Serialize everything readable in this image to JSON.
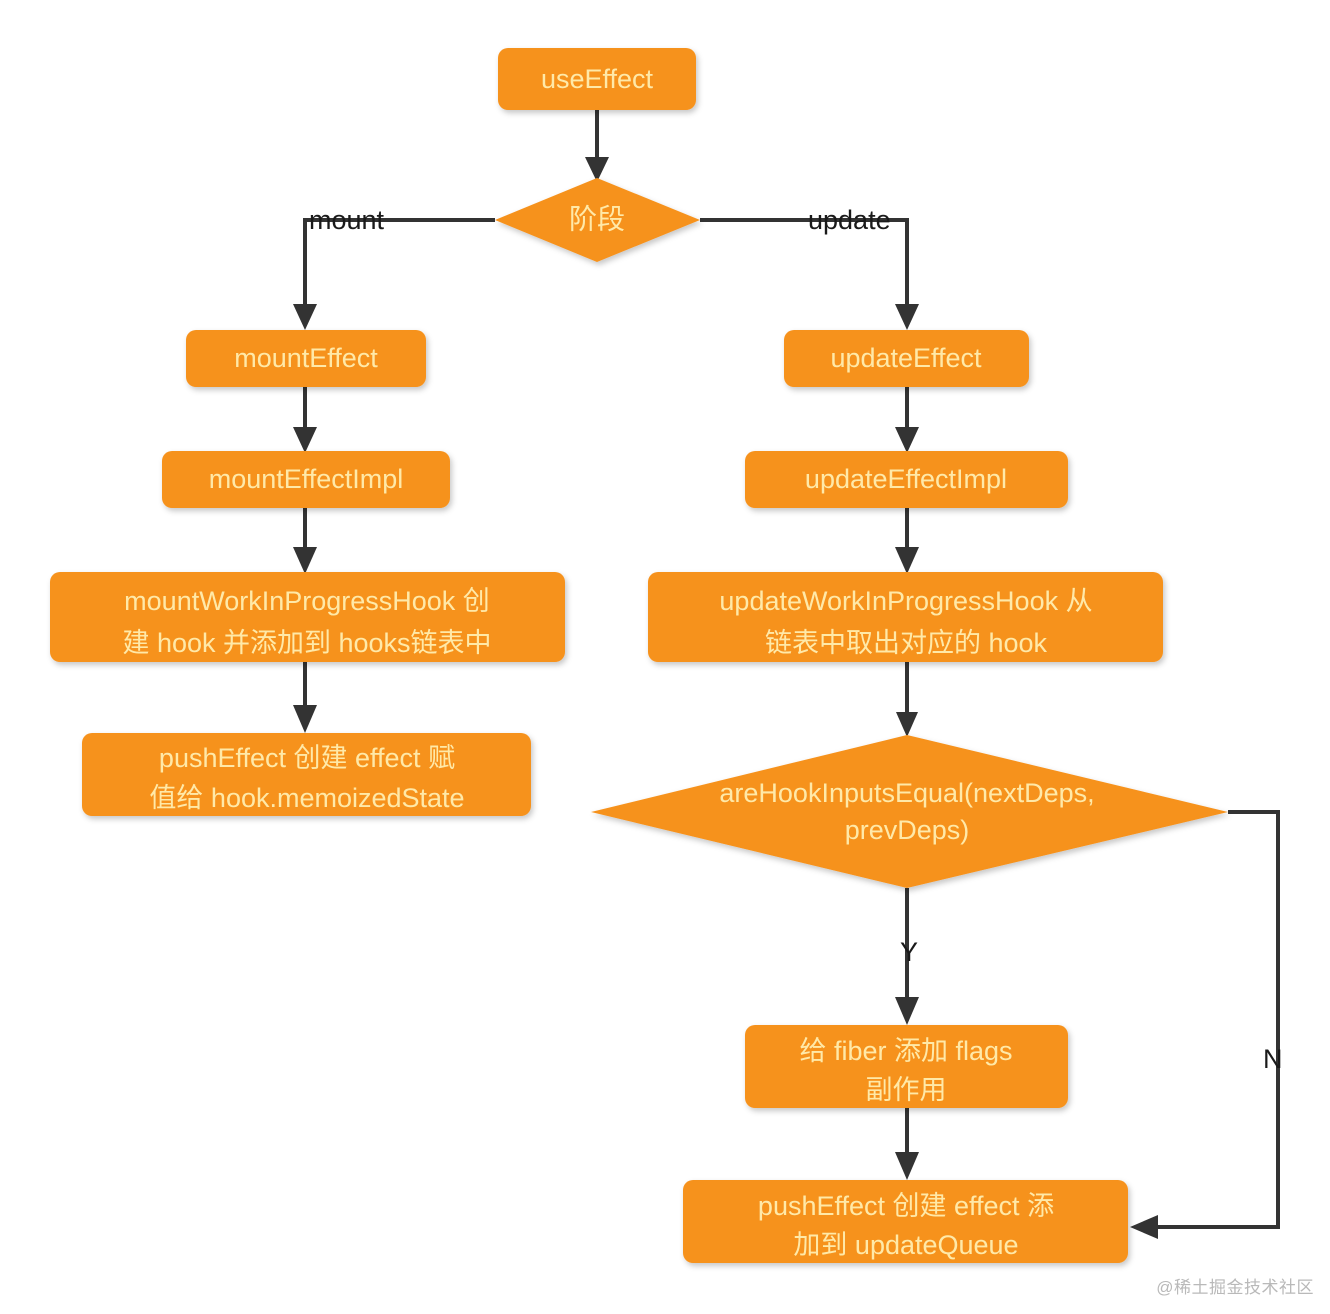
{
  "diagram": {
    "title": "useEffect flow",
    "colors": {
      "node_fill": "#F6921E",
      "node_text": "#FFE9A8",
      "edge": "#333333",
      "background": "#FFFFFF",
      "watermark_text": "#B9B9B9"
    },
    "nodes": [
      {
        "id": "useEffect",
        "shape": "rounded-rect",
        "lines": [
          "useEffect"
        ]
      },
      {
        "id": "phase",
        "shape": "diamond",
        "lines": [
          "阶段"
        ]
      },
      {
        "id": "mountEffect",
        "shape": "rounded-rect",
        "lines": [
          "mountEffect"
        ]
      },
      {
        "id": "updateEffect",
        "shape": "rounded-rect",
        "lines": [
          "updateEffect"
        ]
      },
      {
        "id": "mountEffectImpl",
        "shape": "rounded-rect",
        "lines": [
          "mountEffectImpl"
        ]
      },
      {
        "id": "updateEffectImpl",
        "shape": "rounded-rect",
        "lines": [
          "updateEffectImpl"
        ]
      },
      {
        "id": "mountWIPHook",
        "shape": "rounded-rect",
        "lines": [
          "mountWorkInProgressHook 创",
          "建 hook 并添加到 hooks链表中"
        ]
      },
      {
        "id": "updateWIPHook",
        "shape": "rounded-rect",
        "lines": [
          "updateWorkInProgressHook 从",
          "链表中取出对应的 hook"
        ]
      },
      {
        "id": "pushEffectMount",
        "shape": "rounded-rect",
        "lines": [
          "pushEffect 创建 effect 赋",
          "值给 hook.memoizedState"
        ]
      },
      {
        "id": "areHookInputsEqual",
        "shape": "diamond",
        "lines": [
          "areHookInputsEqual(nextDeps,",
          "prevDeps)"
        ]
      },
      {
        "id": "fiberFlags",
        "shape": "rounded-rect",
        "lines": [
          "给 fiber 添加 flags",
          "副作用"
        ]
      },
      {
        "id": "pushEffectUpdate",
        "shape": "rounded-rect",
        "lines": [
          "pushEffect 创建 effect 添",
          "加到 updateQueue"
        ]
      }
    ],
    "edges": [
      {
        "from": "useEffect",
        "to": "phase",
        "label": ""
      },
      {
        "from": "phase",
        "to": "mountEffect",
        "label": "mount"
      },
      {
        "from": "phase",
        "to": "updateEffect",
        "label": "update"
      },
      {
        "from": "mountEffect",
        "to": "mountEffectImpl",
        "label": ""
      },
      {
        "from": "mountEffectImpl",
        "to": "mountWIPHook",
        "label": ""
      },
      {
        "from": "mountWIPHook",
        "to": "pushEffectMount",
        "label": ""
      },
      {
        "from": "updateEffect",
        "to": "updateEffectImpl",
        "label": ""
      },
      {
        "from": "updateEffectImpl",
        "to": "updateWIPHook",
        "label": ""
      },
      {
        "from": "updateWIPHook",
        "to": "areHookInputsEqual",
        "label": ""
      },
      {
        "from": "areHookInputsEqual",
        "to": "fiberFlags",
        "label": "Y"
      },
      {
        "from": "fiberFlags",
        "to": "pushEffectUpdate",
        "label": ""
      },
      {
        "from": "areHookInputsEqual",
        "to": "pushEffectUpdate",
        "label": "N"
      }
    ],
    "edge_labels": {
      "mount": "mount",
      "update": "update",
      "yes": "Y",
      "no": "N"
    },
    "watermark": "@稀土掘金技术社区"
  }
}
